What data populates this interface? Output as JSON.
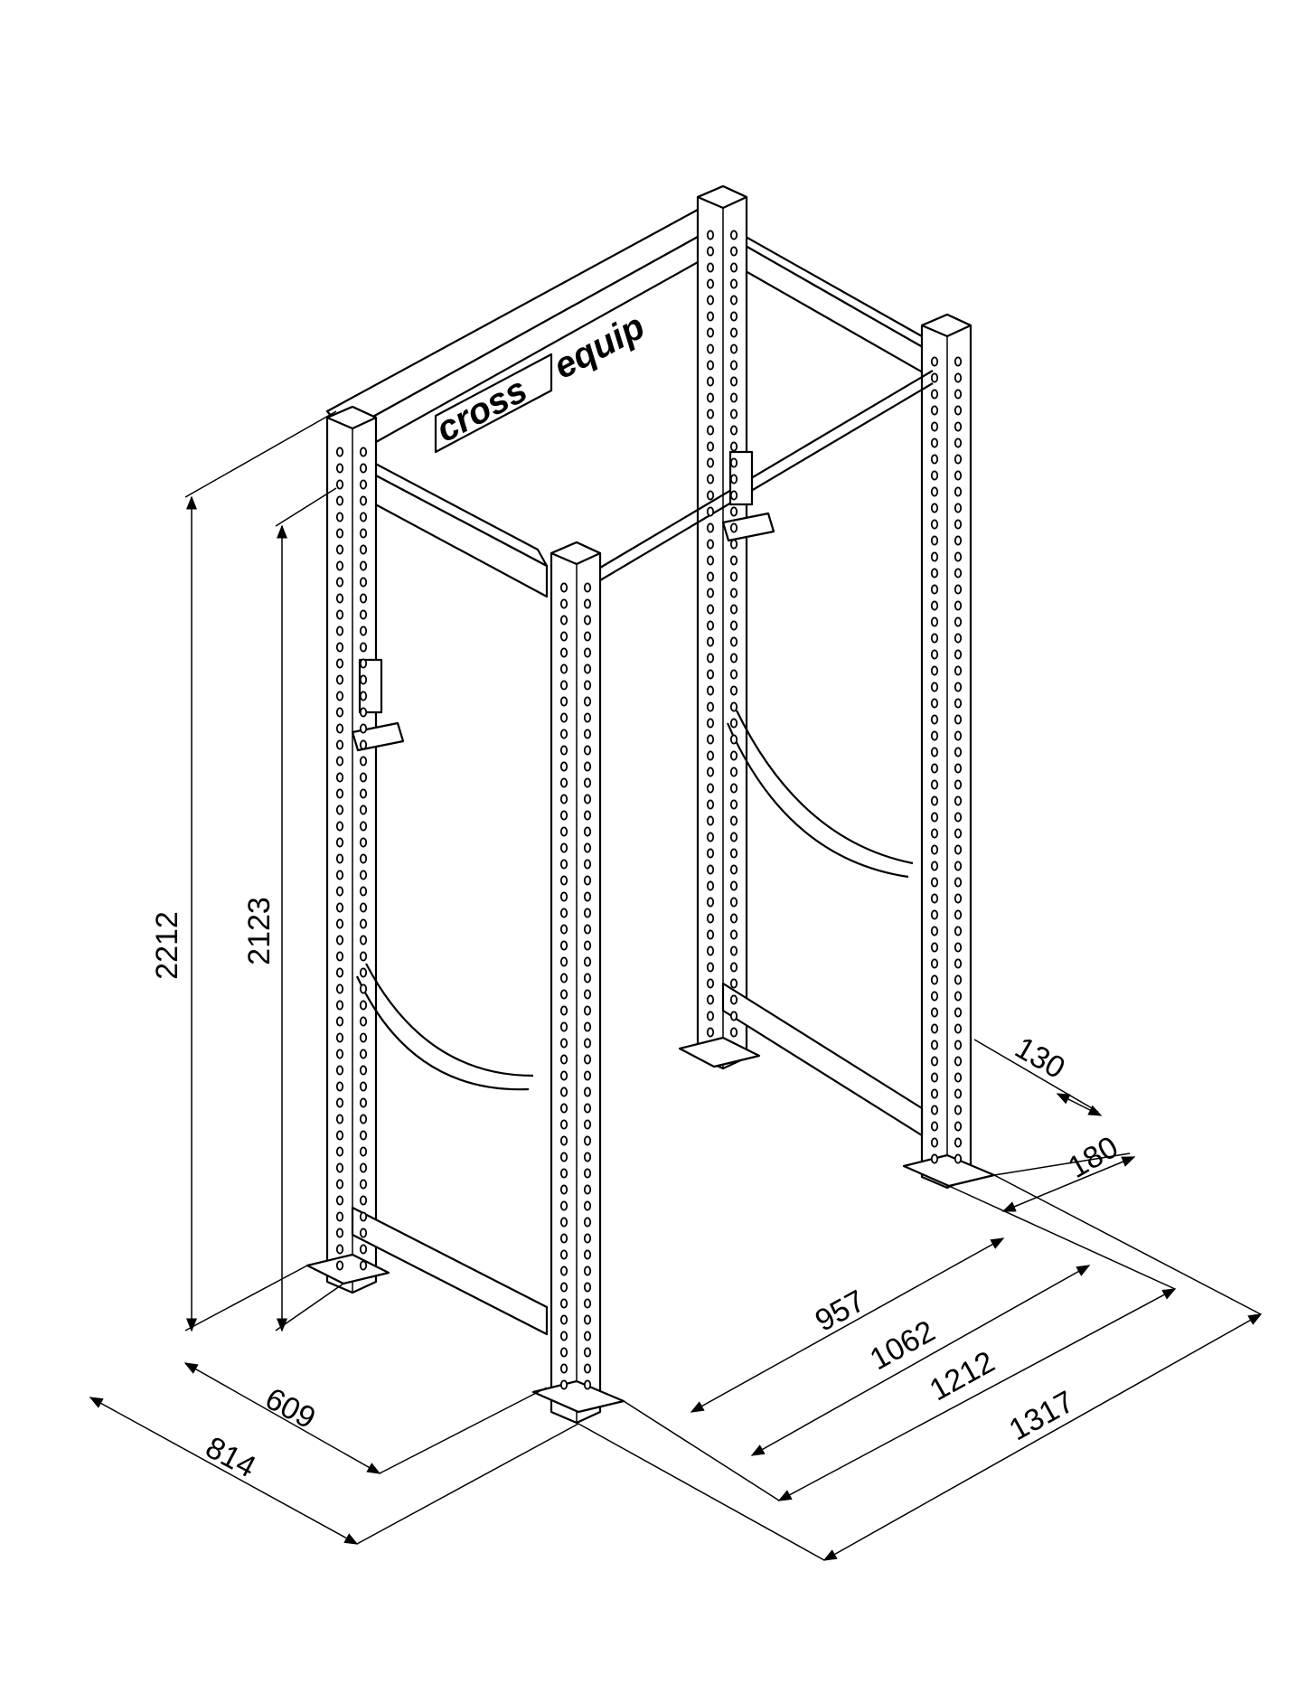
{
  "brand": {
    "part1": "cross",
    "part2": "equip"
  },
  "dimensions": {
    "height_total": "2212",
    "height_inner": "2123",
    "depth_inner": "609",
    "depth_outer": "814",
    "width_957": "957",
    "width_1062": "1062",
    "width_1212": "1212",
    "width_1317": "1317",
    "foot_130": "130",
    "foot_180": "180"
  },
  "colors": {
    "line": "#000000",
    "background": "#ffffff"
  }
}
